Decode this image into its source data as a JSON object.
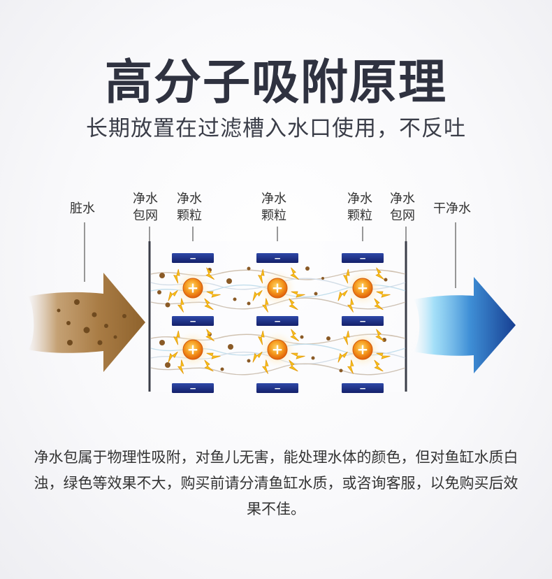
{
  "title": "高分子吸附原理",
  "subtitle": "长期放置在过滤槽入水口使用，不反吐",
  "labels": {
    "dirty_water": "脏水",
    "net_bag_left": [
      "净水",
      "包网"
    ],
    "particle_1": [
      "净水",
      "颗粒"
    ],
    "particle_2": [
      "净水",
      "颗粒"
    ],
    "particle_3": [
      "净水",
      "颗粒"
    ],
    "net_bag_right": [
      "净水",
      "包网"
    ],
    "clean_water": "干净水"
  },
  "symbols": {
    "positive": "+",
    "negative": "−"
  },
  "colors": {
    "dirty_water": "#a47a42",
    "clean_water": "#1a4c9e",
    "positive_charge": "#f07a10",
    "negative_plate": "#1b2b7a",
    "lightning": "#f6c21a"
  },
  "description": "净水包属于物理性吸附，对鱼儿无害，能处理水体的颜色，但对鱼缸水质白浊，绿色等效果不大，购买前请分清鱼缸水质，或咨询客服，以免购买后效果不佳。"
}
